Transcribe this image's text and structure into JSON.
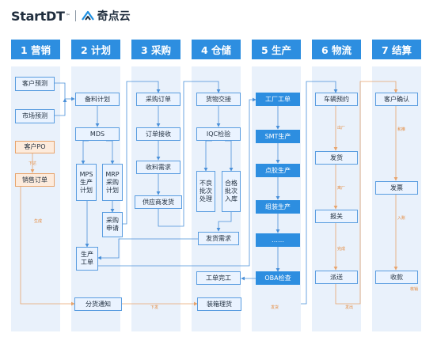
{
  "logo": {
    "brand": "StartDT",
    "tm": "™",
    "brand_cn": "奇点云"
  },
  "stages": [
    "1 营销",
    "2 计划",
    "3 采购",
    "4 仓储",
    "5 生产",
    "6 物流",
    "7 结算"
  ],
  "boxes": {
    "customer_forecast": "客户预测",
    "market_forecast": "市场预测",
    "customer_po": "客户PO",
    "sales_order": "销售订单",
    "material_plan": "备料计划",
    "mds": "MDS",
    "mps": "MPS\n生产\n计划",
    "mrp": "MRP\n采购\n计划",
    "purchase_request": "采购\n申请",
    "production_order": "生产\n工单",
    "purchase_order": "采购订单",
    "order_accept": "订单接收",
    "receive_demand": "收料需求",
    "supplier_ship": "供应商发货",
    "goods_handover": "货物交接",
    "iqc": "IQC检验",
    "defect_handling": "不良\n批次\n处理",
    "qualified_storage": "合格\n批次\n入库",
    "ship_demand": "发货需求",
    "order_complete": "工单完工",
    "factory_order": "工厂工单",
    "smt": "SMT生产",
    "dispensing": "点胶生产",
    "assembly": "组装生产",
    "ellipsis": "……",
    "oba": "OBA检查",
    "distribution_notice": "分货通知",
    "packing": "装箱理货",
    "vehicle_booking": "车辆预约",
    "ship_goods": "发货",
    "customs": "报关",
    "delivery": "派送",
    "customer_confirm": "客户确认",
    "invoice": "发票",
    "payment": "收款"
  },
  "labels": {
    "issue": "下达",
    "generate": "生成",
    "download": "下发",
    "ship_out_1": "发货",
    "ship_out_2": "发出",
    "factory_out": "出厂",
    "leave_factory": "离厂",
    "done": "完成",
    "dispatch": "和推",
    "entry": "入账",
    "verify": "核销"
  },
  "colors": {
    "header": "#2d8ee0",
    "box_border": "#5a9de0",
    "orange": "#e8a46c",
    "column_bg": "#e9f1fb"
  }
}
